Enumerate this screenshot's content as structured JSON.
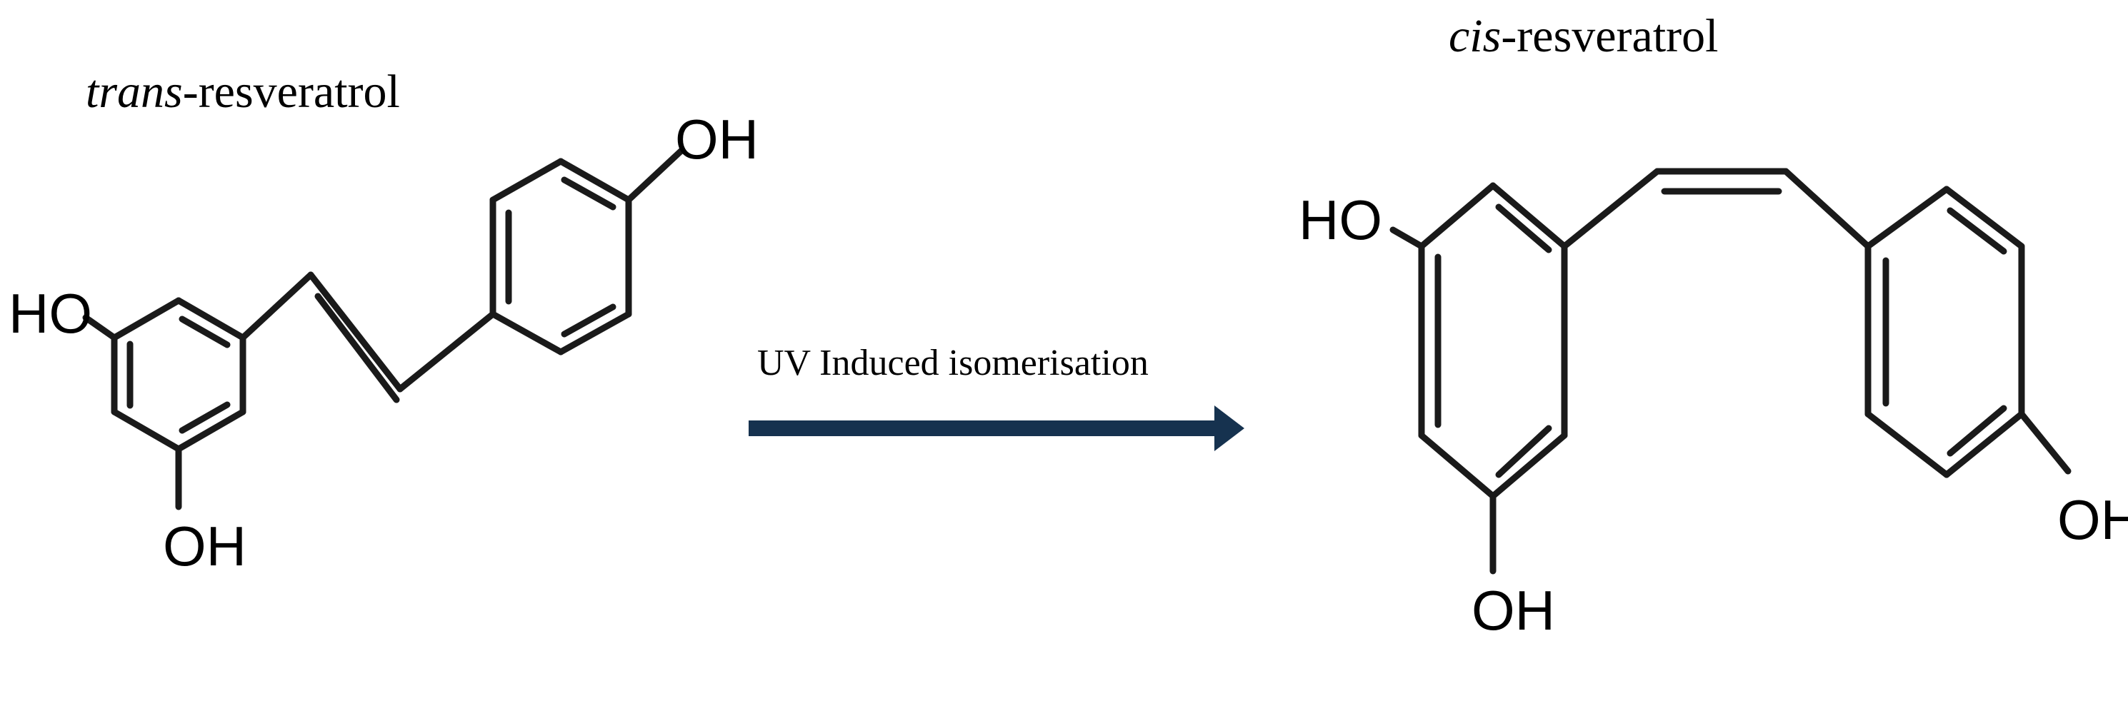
{
  "trans_molecule": {
    "name_prefix": "trans",
    "name_suffix": "-resveratrol",
    "labels": {
      "oh_top": "OH",
      "ho_left": "HO",
      "oh_bottom": "OH"
    }
  },
  "reaction": {
    "label": "UV Induced isomerisation",
    "arrow_color": "#16324f"
  },
  "cis_molecule": {
    "name_prefix": "cis",
    "name_suffix": "-resveratrol",
    "labels": {
      "ho_left": "HO",
      "oh_bottom": "OH",
      "oh_right": "OH"
    }
  }
}
